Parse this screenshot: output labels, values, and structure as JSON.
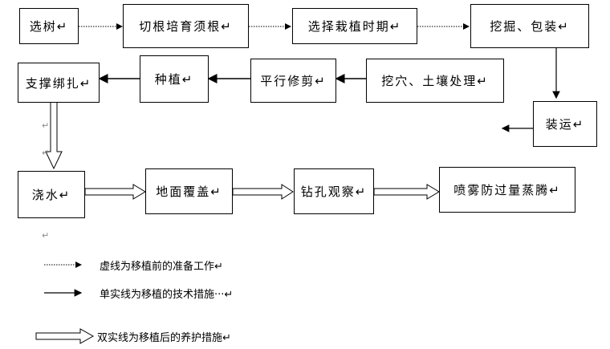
{
  "boxes": {
    "xuanshu": "选树↵",
    "qiegen": "切根培育须根↵",
    "shiqi": "选择栽植时期↵",
    "wajue": "挖掘、包装↵",
    "zhicheng": "支撑绑扎↵",
    "zhongzhi": "种植↵",
    "xiujian": "平行修剪↵",
    "waxue": "挖穴、土壤处理↵",
    "zhuangyun": "装运↵",
    "jiaoshui": "浇水↵",
    "fugai": "地面覆盖↵",
    "zuankong": "钻孔观察↵",
    "penwu": "喷雾防过量蒸腾↵"
  },
  "marks": {
    "m1": "↵",
    "m2": "↵",
    "m3": "↵"
  },
  "legend": {
    "dotted": "虚线为移植前的准备工作↵",
    "solid": "单实线为移植的技术措施···↵",
    "double": "双实线为移植后的养护措施↵"
  },
  "colors": {
    "line": "#000000"
  }
}
